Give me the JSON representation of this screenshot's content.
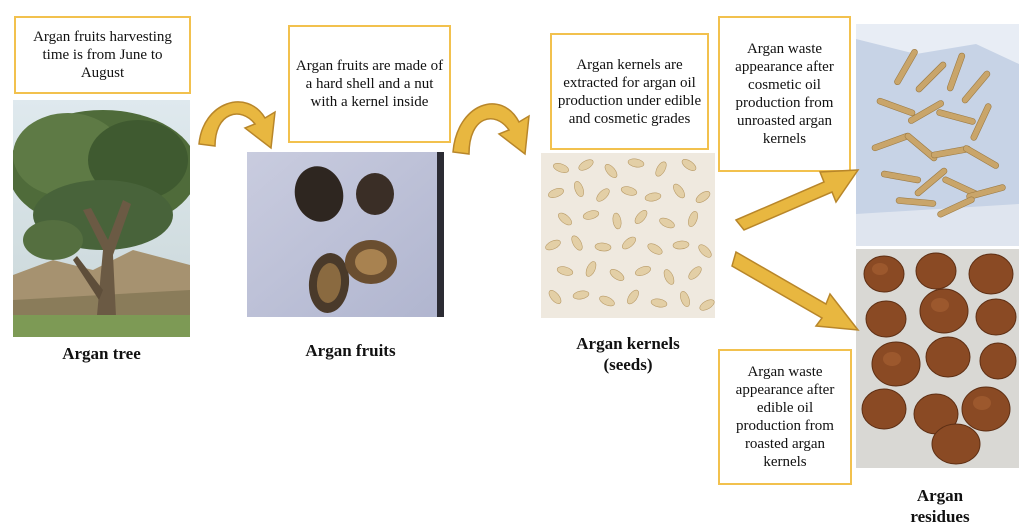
{
  "boxes": {
    "harvest": "Argan fruits harvesting time is from June to August",
    "fruits": "Argan fruits are made of a hard shell and a nut with a kernel inside",
    "kernels": "Argan kernels are extracted for argan oil production under edible and cosmetic grades",
    "cosmetic_waste": "Argan waste appearance after cosmetic oil production from unroasted argan kernels",
    "edible_waste": "Argan waste appearance after edible oil production from roasted argan kernels"
  },
  "captions": {
    "tree": "Argan tree",
    "fruits": "Argan fruits",
    "kernels_line1": "Argan kernels",
    "kernels_line2": "(seeds)",
    "residues_line1": "Argan",
    "residues_line2": "residues"
  },
  "colors": {
    "box_border": "#f2c14e",
    "arrow_fill": "#e8b740",
    "arrow_stroke": "#b8862a"
  }
}
